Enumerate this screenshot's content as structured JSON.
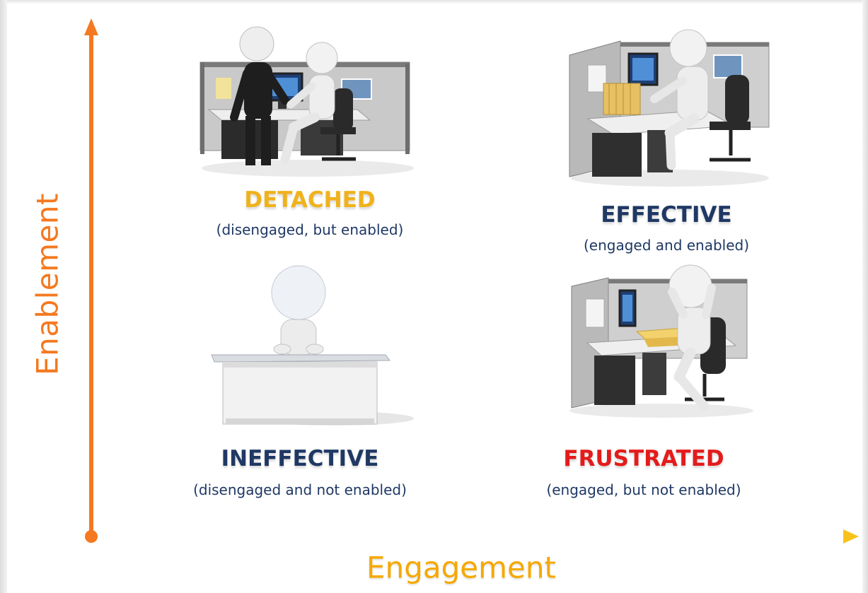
{
  "axes": {
    "y_label": "Enablement",
    "x_label": "Engagement",
    "y_color": "#f47920",
    "x_color": "#f6a800"
  },
  "quadrants": {
    "detached": {
      "title": "DETACHED",
      "subtitle": "(disengaged, but enabled)",
      "title_color": "#f0b21c"
    },
    "effective": {
      "title": "EFFECTIVE",
      "subtitle": "(engaged and enabled)",
      "title_color": "#1f3864"
    },
    "ineffective": {
      "title": "INEFFECTIVE",
      "subtitle": "(disengaged and not enabled)",
      "title_color": "#1f3864"
    },
    "frustrated": {
      "title": "FRUSTRATED",
      "subtitle": "(engaged, but not enabled)",
      "title_color": "#e41b1b"
    }
  },
  "text_color": "#1f3864"
}
